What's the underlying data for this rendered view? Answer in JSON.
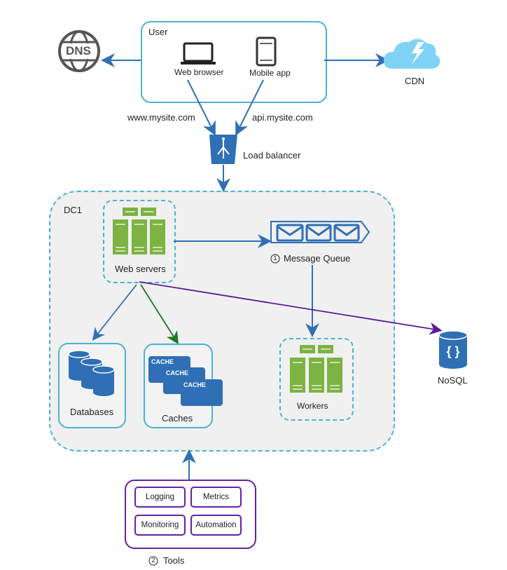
{
  "diagram": {
    "user_group": {
      "title": "User",
      "clients": [
        {
          "label": "Web browser",
          "icon": "laptop-icon"
        },
        {
          "label": "Mobile app",
          "icon": "mobile-phone-icon"
        }
      ]
    },
    "dns": {
      "label": "DNS",
      "icon": "globe-icon"
    },
    "cdn": {
      "label": "CDN",
      "icon": "cloud-lightning-icon"
    },
    "edges": {
      "web_label": "www.mysite.com",
      "api_label": "api.mysite.com"
    },
    "load_balancer": {
      "label": "Load balancer",
      "icon": "load-balancer-icon"
    },
    "dc1": {
      "title": "DC1",
      "web_servers": {
        "label": "Web servers",
        "icon": "server-rack-icon"
      },
      "message_queue": {
        "number": "1",
        "label": "Message Queue",
        "icon": "envelope-queue-icon"
      },
      "databases": {
        "label": "Databases",
        "icon": "database-icon"
      },
      "caches": {
        "label": "Caches",
        "cards": [
          "CACHE",
          "CACHE",
          "CACHE"
        ]
      },
      "workers": {
        "label": "Workers",
        "icon": "server-rack-icon"
      }
    },
    "nosql": {
      "label": "NoSQL",
      "icon": "nosql-database-icon"
    },
    "tools": {
      "number": "2",
      "label": "Tools",
      "items": [
        "Logging",
        "Metrics",
        "Monitoring",
        "Automation"
      ]
    },
    "colors": {
      "accent": "#4bb3cf",
      "arrow": "#2f6fb5",
      "server_green": "#7cb342",
      "cache_arrow": "#1a7a1a",
      "nosql_arrow": "#5a1a9a",
      "tools_border": "#6a1fa0",
      "cdn_cloud": "#7fd3f7"
    }
  }
}
